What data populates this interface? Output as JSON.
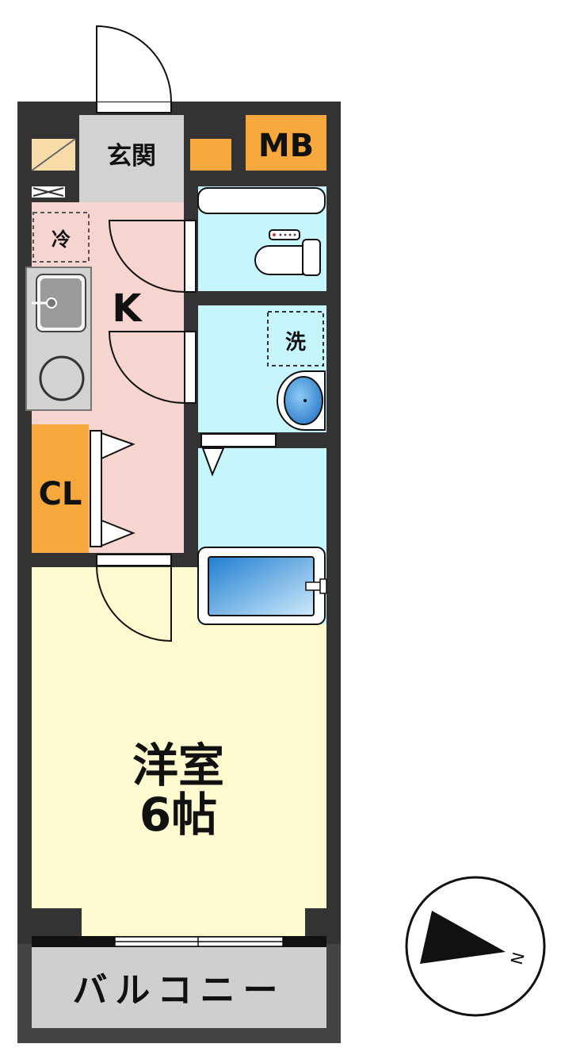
{
  "rooms": {
    "entrance": "玄関",
    "mb": "MB",
    "fridge": "冷",
    "kitchen": "K",
    "washer": "洗",
    "closet": "CL",
    "western_room_line1": "洋室",
    "western_room_line2": "6帖",
    "balcony": "バルコニー"
  },
  "compass": {
    "north_mark": "N"
  },
  "colors": {
    "wall": "#333333",
    "kitchen_floor": "#f6d4d0",
    "entrance_floor": "#d2d2d2",
    "wet_area_floor": "#c6f6fb",
    "western_room_floor": "#fdfad0",
    "storage": "#f7a83c",
    "balcony": "#cfcfcf"
  }
}
